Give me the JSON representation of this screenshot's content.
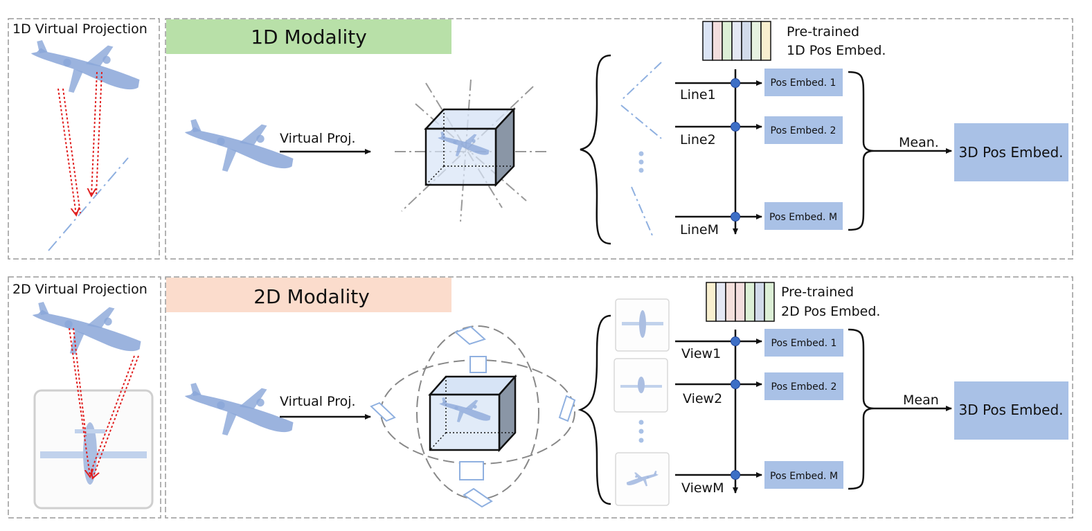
{
  "top": {
    "panel_title": "1D Virtual Projection",
    "modality_label": "1D Modality",
    "proj_label": "Virtual Proj.",
    "pretrained_title_1": "Pre-trained",
    "pretrained_title_2": "1D Pos Embed.",
    "rows": [
      {
        "label": "Line1",
        "embed": "Pos Embed. 1"
      },
      {
        "label": "Line2",
        "embed": "Pos Embed. 2"
      },
      {
        "label": "LineM",
        "embed": "Pos Embed. M"
      }
    ],
    "mean_label": "Mean.",
    "output": "3D Pos Embed.",
    "embed_colors": [
      "#dbe4f5",
      "#f3dede",
      "#dcefd6",
      "#e4e8f4",
      "#d2dbea",
      "#e6f2e0",
      "#f8efcf"
    ]
  },
  "bottom": {
    "panel_title": "2D Virtual Projection",
    "modality_label": "2D Modality",
    "proj_label": "Virtual Proj.",
    "pretrained_title_1": "Pre-trained",
    "pretrained_title_2": "2D Pos Embed.",
    "rows": [
      {
        "label": "View1",
        "embed": "Pos Embed. 1"
      },
      {
        "label": "View2",
        "embed": "Pos Embed. 2"
      },
      {
        "label": "ViewM",
        "embed": "Pos Embed. M"
      }
    ],
    "mean_label": "Mean",
    "output": "3D Pos Embed.",
    "embed_colors": [
      "#f8efcf",
      "#e4e8f4",
      "#f4e0dc",
      "#f3dede",
      "#dcefd6",
      "#d2dbea",
      "#dcefd6"
    ]
  },
  "colors": {
    "modality_1d_bg": "#b8e0a8",
    "modality_2d_bg": "#fbdccc",
    "embed_box": "#a9c1e6",
    "dot": "#3d6fc6",
    "airplane": "#8aa6d8",
    "arrow_red": "#e02020",
    "dash_line": "#8fb0e0"
  }
}
